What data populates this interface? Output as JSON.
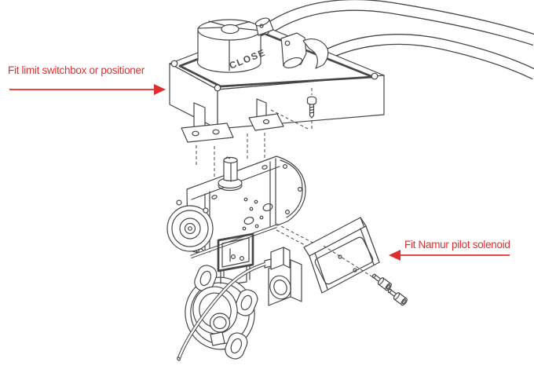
{
  "annotations": {
    "left": {
      "label": "Fit limit switchbox or positioner",
      "arrow_direction": "right"
    },
    "right": {
      "label": "Fit Namur pilot solenoid",
      "arrow_direction": "left"
    }
  },
  "drawing": {
    "dome_label": "CLOSE"
  },
  "colors": {
    "annotation-red": "#e02e2e",
    "line-gray": "#474747",
    "background": "#ffffff"
  }
}
